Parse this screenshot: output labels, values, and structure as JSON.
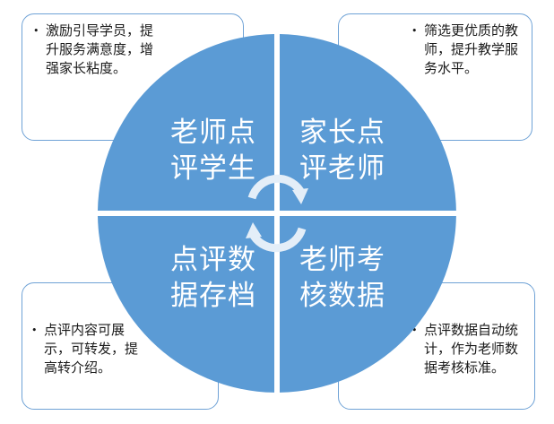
{
  "quadrants": {
    "top_left": "老师点评学生",
    "top_right": "家长点评老师",
    "bottom_left": "点评数据存档",
    "bottom_right": "老师考核数据"
  },
  "notes": {
    "top_left": {
      "bullet": "•",
      "text": "激励引导学员，提升服务满意度，增强家长粘度。"
    },
    "top_right": {
      "bullet": "•",
      "text": "筛选更优质的教师，提升教学服务水平。"
    },
    "bottom_left": {
      "bullet": "•",
      "text": "点评内容可展示，可转发，提高转介绍。"
    },
    "bottom_right": {
      "bullet": "•",
      "text": "点评数据自动统计，作为老师数据考核标准。"
    }
  },
  "colors": {
    "quadrant_fill": "#5b9bd5",
    "note_border": "#6fa2d6",
    "arrow_fill": "#e4eef8"
  }
}
